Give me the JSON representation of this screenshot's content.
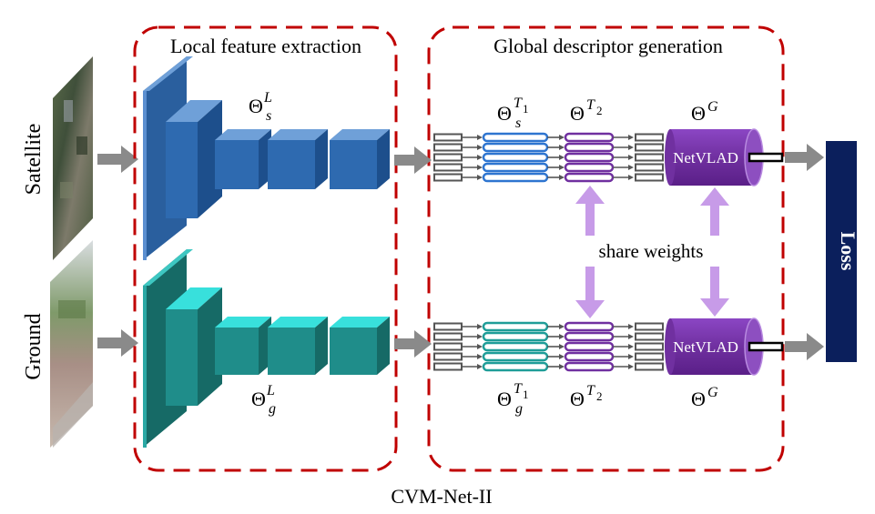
{
  "inputs": {
    "satellite_label": "Satellite",
    "ground_label": "Ground"
  },
  "sections": {
    "local_title": "Local feature extraction",
    "global_title": "Global descriptor generation"
  },
  "params": {
    "theta": "Θ",
    "local_sat_sup": "L",
    "local_sat_sub": "s",
    "local_gnd_sup": "L",
    "local_gnd_sub": "g",
    "t1_sat_sup": "T",
    "t1_sat_sup_sub": "1",
    "t1_sat_sub": "s",
    "t1_gnd_sup": "T",
    "t1_gnd_sup_sub": "1",
    "t1_gnd_sub": "g",
    "t2_sup": "T",
    "t2_sup_sub": "2",
    "g_sup": "G"
  },
  "netvlad_label": "NetVLAD",
  "share_label": "share weights",
  "loss_label": "Loss",
  "caption": "CVM-Net-II",
  "colors": {
    "sat_blue": "#2e6ab0",
    "gnd_teal": "#1f8d8a",
    "netvlad_purple": "#7030a0",
    "dashed_red": "#c00000",
    "loss_navy": "#0b1f5c",
    "share_arrow": "#c79be8"
  }
}
